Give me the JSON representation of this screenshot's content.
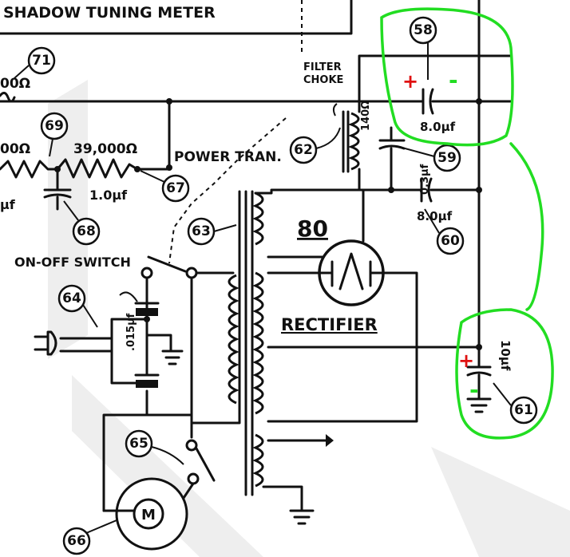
{
  "labels": {
    "tuning_meter": "SHADOW TUNING METER",
    "power_tran": "POWER TRAN.",
    "on_off_switch": "ON-OFF SWITCH",
    "filter": "FILTER",
    "choke": "CHOKE",
    "tube_number": "80",
    "rectifier": "RECTIFIER",
    "r_39000": "39,000Ω",
    "r_partial_top": "00Ω",
    "r_partial_mid": "00Ω",
    "c_1uf": "1.0µf",
    "c_partial_left": "µf",
    "c_8uf_top": "8.0µf",
    "c_8uf_mid": "8.0µf",
    "c_03uf": "0.3µf",
    "c_015uf": ".015µf",
    "c_10uf": "10µf",
    "choke_ohms": "140Ω"
  },
  "callouts": [
    "71",
    "69",
    "67",
    "68",
    "62",
    "63",
    "64",
    "65",
    "66",
    "58",
    "59",
    "60",
    "61"
  ],
  "annotations": {
    "plus_top": "+",
    "minus_top": "-",
    "plus_bottom": "+",
    "minus_bottom": "-"
  },
  "colors": {
    "ink": "#111111",
    "highlight": "#22dd22",
    "polarity": "#e01010"
  }
}
